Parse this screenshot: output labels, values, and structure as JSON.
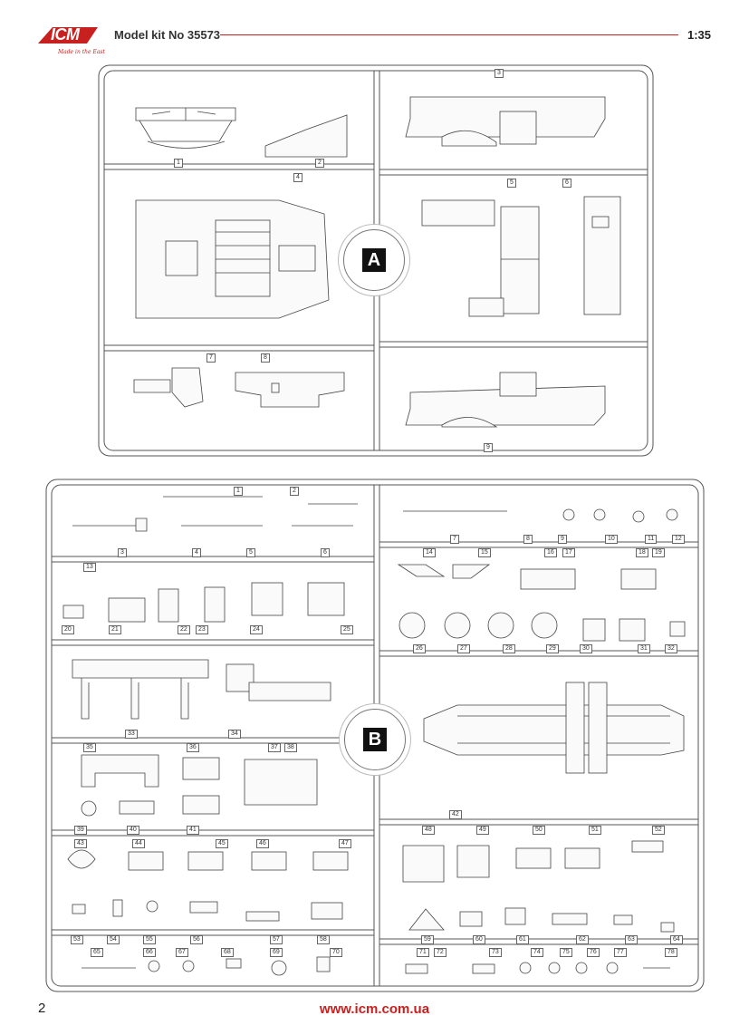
{
  "header": {
    "brand": "ICM",
    "tagline": "Made in the East",
    "kit_title": "Model kit No 35573",
    "scale": "1:35"
  },
  "sprue_a": {
    "label": "A",
    "part_numbers": [
      "1",
      "2",
      "3",
      "4",
      "5",
      "6",
      "7",
      "8",
      "9"
    ]
  },
  "sprue_b": {
    "label": "B",
    "part_numbers": [
      "1",
      "2",
      "3",
      "4",
      "5",
      "6",
      "7",
      "8",
      "9",
      "10",
      "11",
      "12",
      "13",
      "14",
      "15",
      "16",
      "17",
      "18",
      "19",
      "20",
      "21",
      "22",
      "23",
      "24",
      "25",
      "26",
      "27",
      "28",
      "29",
      "30",
      "31",
      "32",
      "33",
      "34",
      "35",
      "36",
      "37",
      "38",
      "39",
      "40",
      "41",
      "42",
      "43",
      "44",
      "45",
      "46",
      "47",
      "48",
      "49",
      "50",
      "51",
      "52",
      "53",
      "54",
      "55",
      "56",
      "57",
      "58",
      "59",
      "60",
      "61",
      "62",
      "63",
      "64",
      "65",
      "66",
      "67",
      "68",
      "69",
      "70",
      "71",
      "72",
      "73",
      "74",
      "75",
      "76",
      "77",
      "78"
    ]
  },
  "footer": {
    "page_number": "2",
    "website": "www.icm.com.ua"
  },
  "colors": {
    "accent": "#c8201e",
    "line": "#555555"
  }
}
